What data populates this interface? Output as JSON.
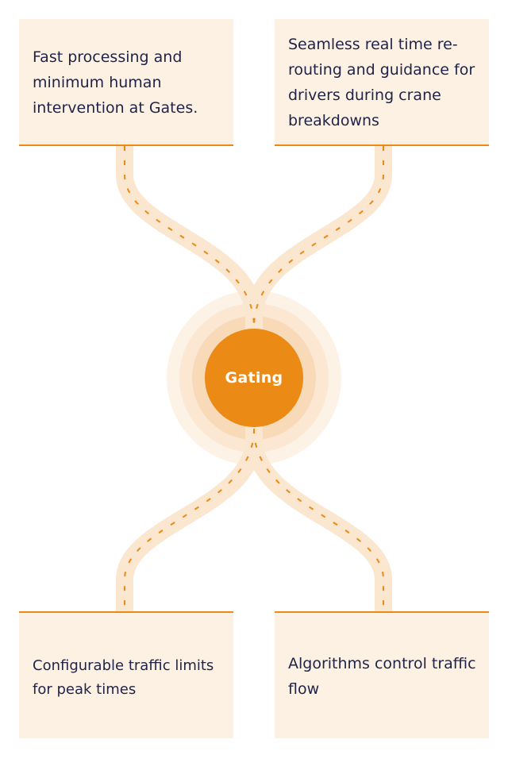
{
  "cards": {
    "top_left": "Fast processing and minimum human intervention at Gates.",
    "top_right": "Seamless real time re-routing and guidance for drivers during crane breakdowns",
    "bottom_left": "Configurable traffic limits for peak times",
    "bottom_right": "Algorithms control traffic flow"
  },
  "hub": {
    "label": "Gating"
  },
  "colors": {
    "accent": "#ec8a16",
    "card_bg": "#fdf1e3",
    "path": "#fbe6cf",
    "text": "#1f2347"
  }
}
